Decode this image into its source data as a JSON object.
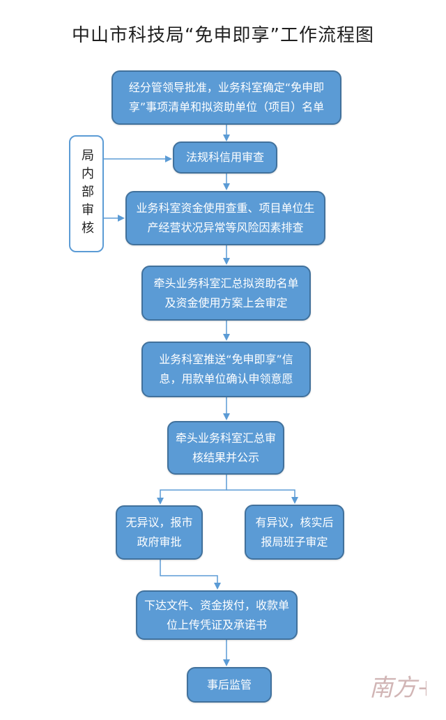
{
  "title": "中山市科技局“免申即享”工作流程图",
  "side_label": "局内部审核",
  "steps": {
    "s1": "经分管领导批准，业务科室确定“免申即享”事项清单和拟资助单位（项目）名单",
    "s2": "法规科信用审查",
    "s3": "业务科室资金使用查重、项目单位生产经营状况异常等风险因素排查",
    "s4": "牵头业务科室汇总拟资助名单及资金使用方案上会审定",
    "s5": "业务科室推送“免申即享”信息，用款单位确认申领意愿",
    "s6": "牵头业务科室汇总审核结果并公示",
    "s7a": "无异议，报市政府审批",
    "s7b": "有异议，核实后报局班子审定",
    "s8": "下达文件、资金拨付，收款单位上传凭证及承诺书",
    "s9": "事后监管"
  },
  "watermark": "南方+",
  "colors": {
    "box_fill": "#5b9bd5",
    "box_border": "#41719c",
    "connector": "#5b9bd5",
    "side_border": "#5b9bd5",
    "watermark": "#c9a9a9"
  }
}
